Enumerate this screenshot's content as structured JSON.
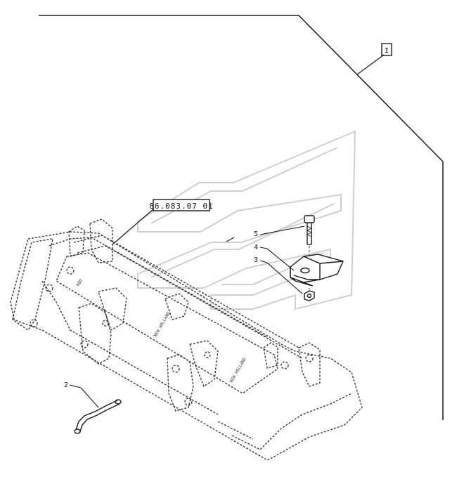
{
  "reference_box": {
    "label": "86.083.07 01"
  },
  "group_marker": {
    "label": "I"
  },
  "callouts": [
    {
      "number": "2",
      "part": "hydraulic-pipe"
    },
    {
      "number": "3",
      "part": "nut"
    },
    {
      "number": "4",
      "part": "tooth-adapter"
    },
    {
      "number": "5",
      "part": "bolt"
    }
  ],
  "bucket": {
    "label_left": "ROD",
    "label_middle": "NEW HOLLAND",
    "label_right": "NEW HOLLAND"
  },
  "colors": {
    "line": "#1a1a1a",
    "dashed": "#3a3a3a",
    "watermark": "#cccccc"
  }
}
